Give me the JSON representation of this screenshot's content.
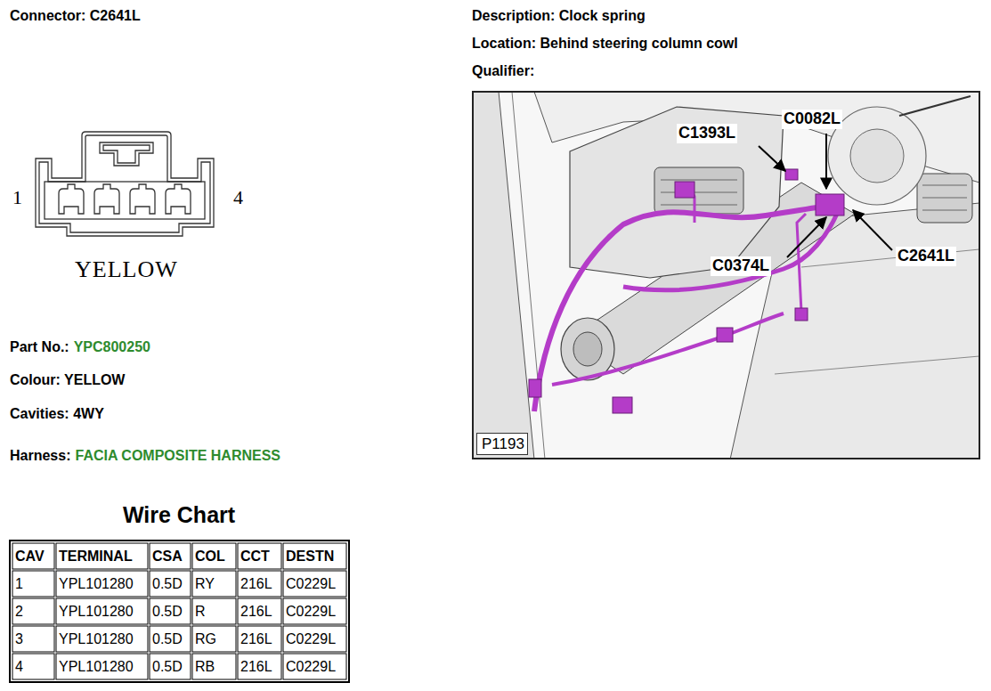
{
  "diagram": {
    "nodes": [
      {
        "text": [
          "P1193"
        ]
      }
    ],
    "labels": [
      "Connector: C2641L",
      "1",
      "4",
      "YELLOW",
      "Part No.:",
      "YPC800250",
      "Colour: YELLOW",
      "Cavities: 4WY",
      "Harness:",
      "FACIA COMPOSITE HARNESS",
      "Wire Chart",
      "CAV",
      "TERMINAL",
      "CSA",
      "COL",
      "CCT",
      "DESTN",
      "1",
      "YPL101280",
      "0.5D",
      "RY",
      "216L",
      "C0229L",
      "2",
      "YPL101280",
      "0.5D",
      "R",
      "216L",
      "C0229L",
      "3",
      "YPL101280",
      "0.5D",
      "RG",
      "216L",
      "C0229L",
      "4",
      "YPL101280",
      "0.5D",
      "RB",
      "216L",
      "C0229L",
      "Description: Clock spring",
      "Location: Behind steering column cowl",
      "Qualifier:",
      "C1393L",
      "C0082L",
      "C0374L",
      "C2641L"
    ]
  }
}
